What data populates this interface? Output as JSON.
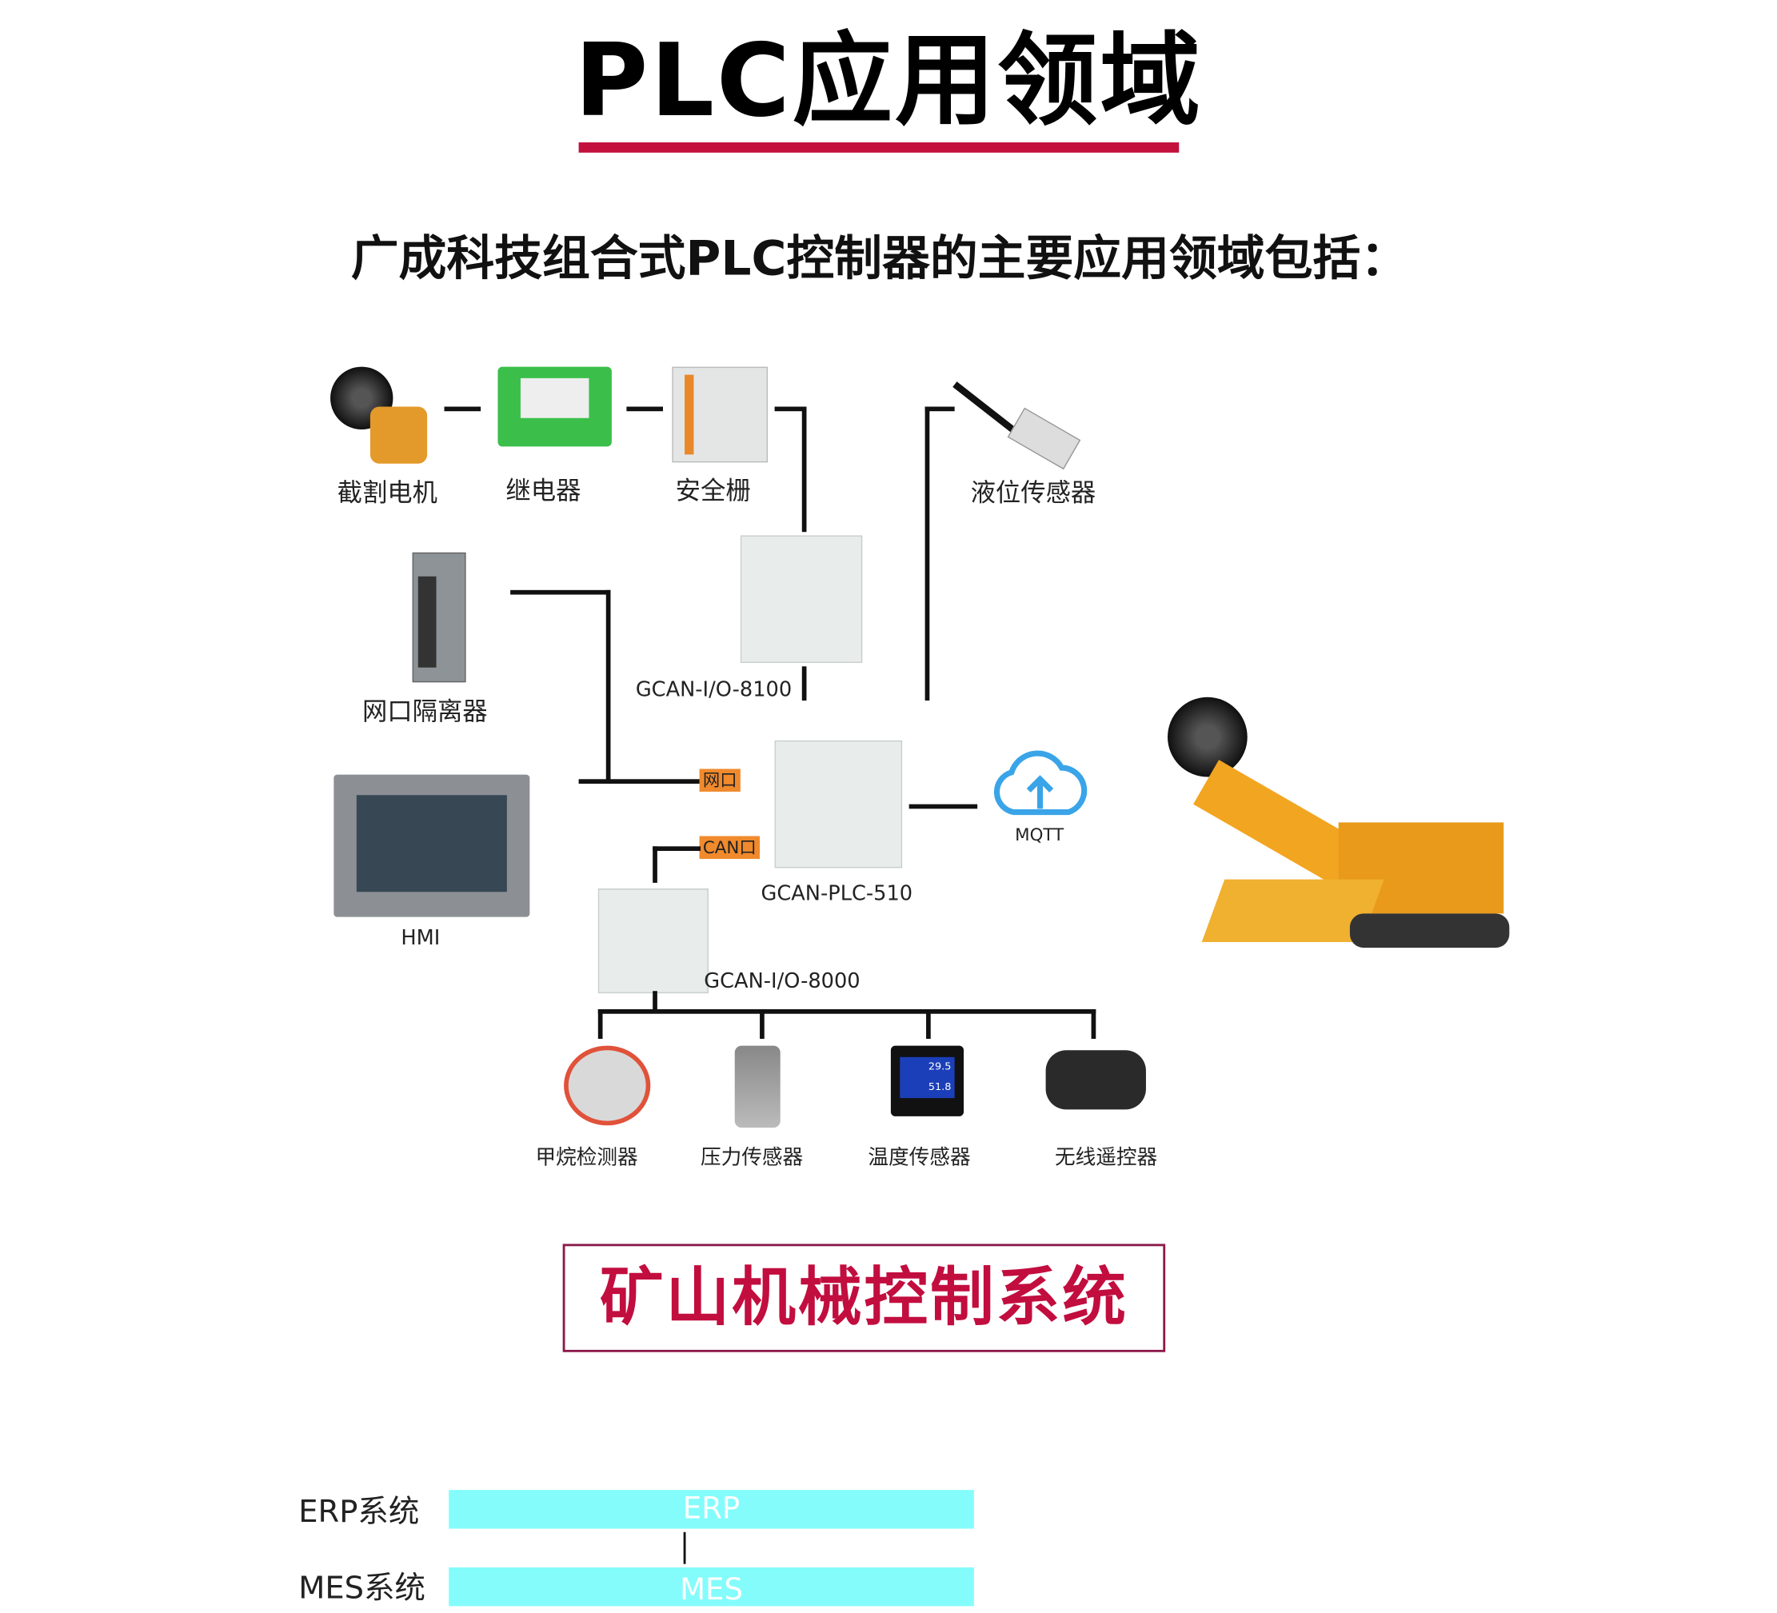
{
  "title": "PLC应用领域",
  "subtitle": "广成科技组合式PLC控制器的主要应用领域包括：",
  "diagram": {
    "devices_top": [
      "截割电机",
      "继电器",
      "安全栅",
      "液位传感器"
    ],
    "isolator": "网口隔离器",
    "hmi": "HMI",
    "io_8100": "GCAN-I/O-8100",
    "plc": "GCAN-PLC-510",
    "io_8000": "GCAN-I/O-8000",
    "port_net": "网口",
    "port_can": "CAN口",
    "mqtt": "MQTT",
    "sensors": [
      "甲烷检测器",
      "压力传感器",
      "温度传感器",
      "无线遥控器"
    ],
    "temp_display": [
      "29.5",
      "51.8"
    ]
  },
  "section_title": "矿山机械控制系统",
  "system_diagram": {
    "erp_label": "ERP系统",
    "erp_bar": "ERP",
    "mes_label": "MES系统",
    "mes_bar": "MES"
  },
  "colors": {
    "accent": "#c2113d",
    "tag": "#f08a2c",
    "cyan": "#84fcfc",
    "cloud": "#3aa4e8"
  }
}
